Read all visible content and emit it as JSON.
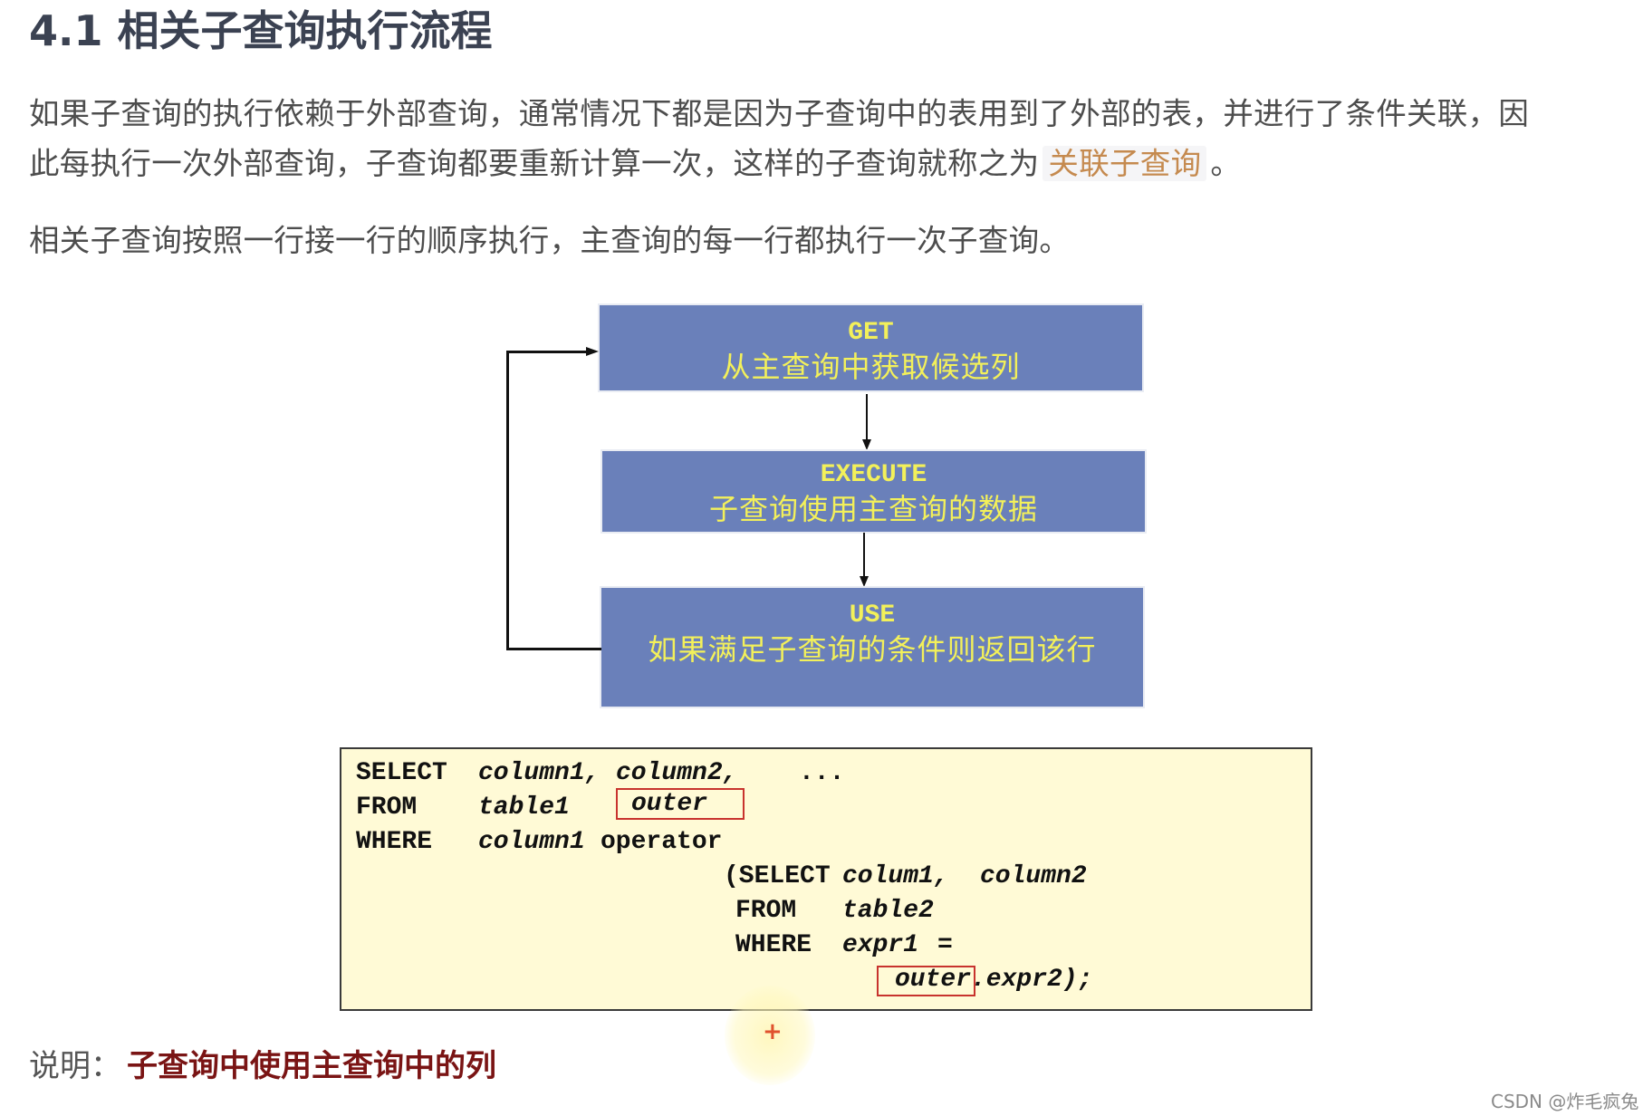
{
  "heading": {
    "number": "4.1",
    "title": "相关子查询执行流程"
  },
  "paragraphs": {
    "p1_line1": "如果子查询的执行依赖于外部查询，通常情况下都是因为子查询中的表用到了外部的表，并进行了条件关联，因",
    "p1_line2_prefix": "此每执行一次外部查询，子查询都要重新计算一次，这样的子查询就称之为",
    "p1_inline_code": "关联子查询",
    "p1_line2_suffix": "。",
    "p2": "相关子查询按照一行接一行的顺序执行，主查询的每一行都执行一次子查询。"
  },
  "diagram": {
    "steps": [
      {
        "keyword": "GET",
        "description": "从主查询中获取候选列"
      },
      {
        "keyword": "EXECUTE",
        "description": "子查询使用主查询的数据"
      },
      {
        "keyword": "USE",
        "description": "如果满足子查询的条件则返回该行"
      }
    ],
    "colors": {
      "box_fill": "#6a80ba",
      "text": "#f3f05a",
      "arrow": "#111111"
    }
  },
  "code": {
    "l1_kw": "SELECT",
    "l1_a": "column1,",
    "l1_b": "column2,",
    "l1_c": "...",
    "l2_kw": "FROM",
    "l2_a": "table1",
    "l2_alias": "outer",
    "l3_kw": "WHERE",
    "l3_a": "column1",
    "l3_op": "operator",
    "l4_kw": "(SELECT",
    "l4_a": "colum1,",
    "l4_b": "column2",
    "l5_kw": "FROM",
    "l5_a": "table2",
    "l6_kw": "WHERE",
    "l6_a": "expr1",
    "l6_eq": "=",
    "l7_alias": "outer",
    "l7_rest": ".expr2);",
    "colors": {
      "background": "#fffad6",
      "highlight_border": "#c8332e"
    }
  },
  "note": {
    "label": "说明：",
    "value": "子查询中使用主查询中的列"
  },
  "cursor": {
    "glyph": "+"
  },
  "watermark": "CSDN @炸毛疯兔"
}
